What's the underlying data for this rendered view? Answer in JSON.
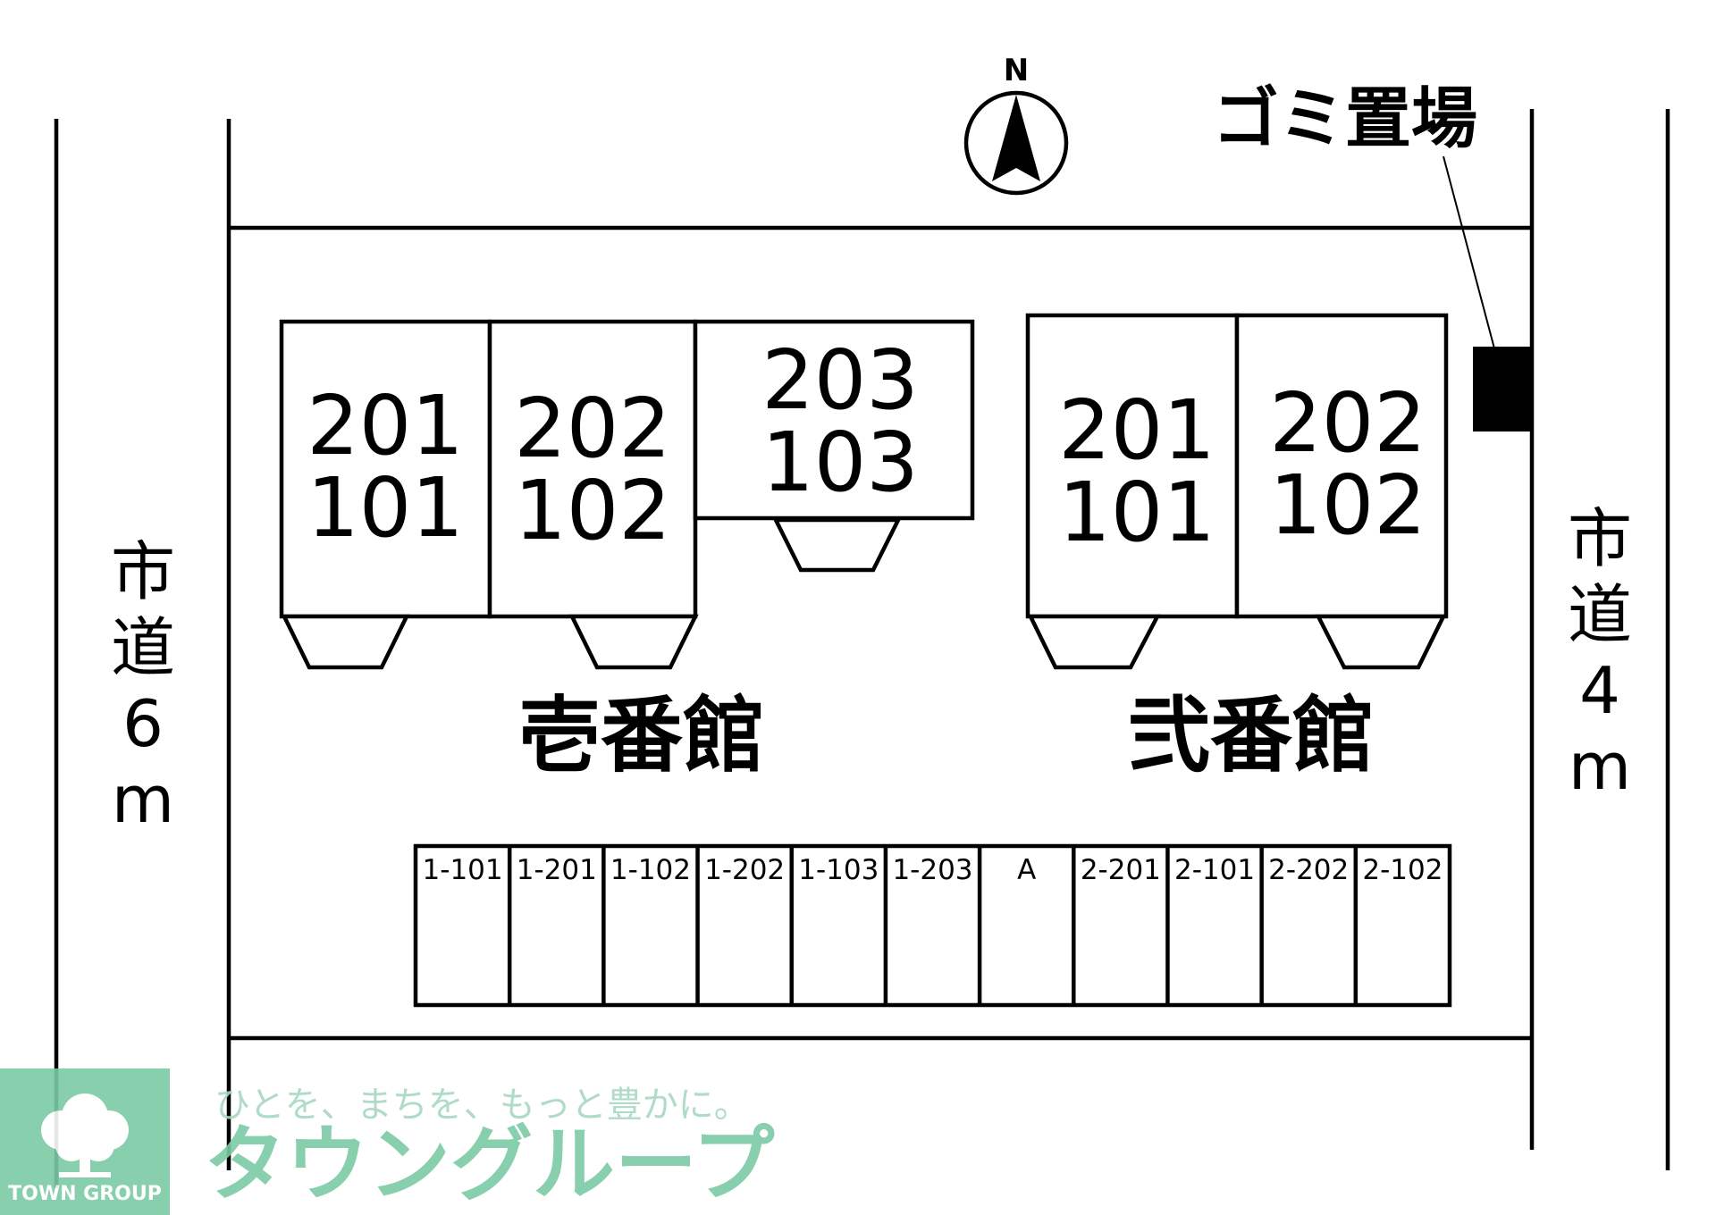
{
  "compass": {
    "label": "N"
  },
  "roads": {
    "west": [
      "市",
      "道",
      "6",
      "m"
    ],
    "east": [
      "市",
      "道",
      "4",
      "m"
    ]
  },
  "garbage": {
    "label": "ゴミ置場"
  },
  "building1": {
    "name": "壱番館",
    "units": [
      [
        "201",
        "101"
      ],
      [
        "202",
        "102"
      ],
      [
        "203",
        "103"
      ]
    ]
  },
  "building2": {
    "name": "弐番館",
    "units": [
      [
        "201",
        "101"
      ],
      [
        "202",
        "102"
      ]
    ]
  },
  "parking": [
    "1-101",
    "1-201",
    "1-102",
    "1-202",
    "1-103",
    "1-203",
    "A",
    "2-201",
    "2-101",
    "2-202",
    "2-102"
  ],
  "watermark": {
    "tagline": "ひとを、まちを、もっと豊かに。",
    "brand": "タウングループ",
    "logo": "TOWN GROUP"
  },
  "colors": {
    "lines": "#000000",
    "watermark": "#7ccaa6",
    "logo_bg": "#7ccaa6"
  }
}
